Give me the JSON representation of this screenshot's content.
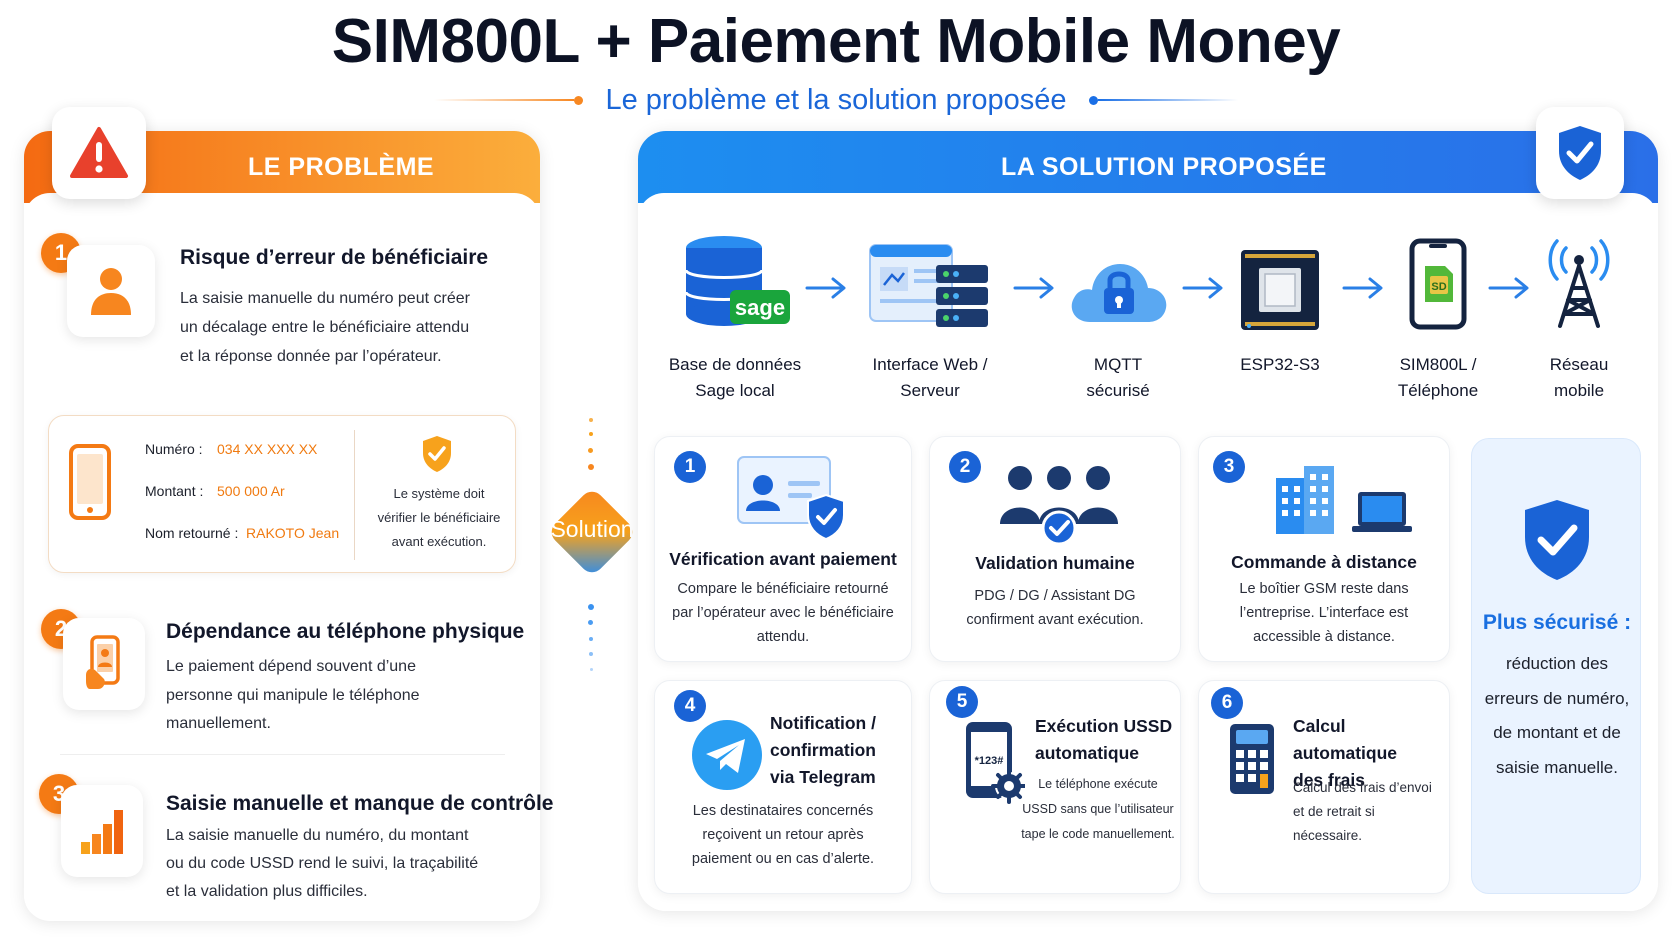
{
  "header": {
    "title": "SIM800L + Paiement Mobile Money",
    "subtitle": "Le problème et la solution proposée"
  },
  "problem": {
    "title": "LE PROBLÈME",
    "items": [
      {
        "number": "1",
        "title": "Risque d’erreur de bénéficiaire",
        "lines": [
          "La saisie manuelle du numéro peut créer",
          "un décalage entre le bénéficiaire attendu",
          "et la réponse donnée par l’opérateur."
        ]
      },
      {
        "number": "2",
        "title": "Dépendance au téléphone physique",
        "lines": [
          "Le paiement dépend souvent d’une",
          "personne qui manipule le téléphone",
          "manuellement."
        ]
      },
      {
        "number": "3",
        "title": "Saisie manuelle et manque de contrôle",
        "lines": [
          "La saisie manuelle du numéro, du montant",
          "ou du code USSD rend le suivi, la traçabilité",
          "et la validation plus difficiles."
        ]
      }
    ],
    "example": {
      "numero_label": "Numéro :",
      "numero_value": "034 XX XXX XX",
      "montant_label": "Montant :",
      "montant_value": "500 000 Ar",
      "nom_label": "Nom retourné :",
      "nom_value": "RAKOTO Jean",
      "note_lines": [
        "Le système doit",
        "vérifier le bénéficiaire",
        "avant exécution."
      ]
    }
  },
  "connector": {
    "label": "Solution"
  },
  "solution": {
    "title": "LA SOLUTION PROPOSÉE",
    "flow": [
      {
        "line1": "Base de données",
        "line2": "Sage local",
        "icon": "database-icon",
        "logo": "sage"
      },
      {
        "line1": "Interface Web /",
        "line2": "Serveur",
        "icon": "server-icon"
      },
      {
        "line1": "MQTT",
        "line2": "sécurisé",
        "icon": "cloud-lock-icon"
      },
      {
        "line1": "ESP32-S3",
        "line2": "",
        "icon": "chip-icon"
      },
      {
        "line1": "SIM800L /",
        "line2": "Téléphone",
        "icon": "phone-sim-icon",
        "sim_text": "SD"
      },
      {
        "line1": "Réseau",
        "line2": "mobile",
        "icon": "antenna-icon"
      }
    ],
    "features": [
      {
        "number": "1",
        "title": "Vérification avant paiement",
        "lines": [
          "Compare le bénéficiaire retourné",
          "par l’opérateur avec le bénéficiaire",
          "attendu."
        ]
      },
      {
        "number": "2",
        "title": "Validation humaine",
        "lines": [
          "PDG / DG / Assistant DG",
          "confirment avant exécution."
        ]
      },
      {
        "number": "3",
        "title": "Commande à distance",
        "lines": [
          "Le boîtier GSM reste dans",
          "l’entreprise. L’interface est",
          "accessible à distance."
        ]
      },
      {
        "number": "4",
        "title_lines": [
          "Notification /",
          "confirmation",
          "via Telegram"
        ],
        "lines": [
          "Les destinataires concernés",
          "reçoivent un retour après",
          "paiement ou en cas d’alerte."
        ]
      },
      {
        "number": "5",
        "title_lines": [
          "Exécution USSD",
          "automatique"
        ],
        "ussd_code": "*123#",
        "lines": [
          "Le téléphone exécute",
          "USSD sans que l’utilisateur",
          "tape le code manuellement."
        ]
      },
      {
        "number": "6",
        "title_lines": [
          "Calcul automatique",
          "des frais"
        ],
        "lines": [
          "Calcul des frais d’envoi",
          "et de retrait si",
          "nécessaire."
        ]
      }
    ],
    "secure": {
      "title": "Plus sécurisé :",
      "lines": [
        "réduction des",
        "erreurs de numéro,",
        "de montant et de",
        "saisie manuelle."
      ]
    }
  },
  "colors": {
    "orange": "#f47a14",
    "blue": "#1a63d6",
    "title_dark": "#0c1224",
    "subtitle_blue": "#1a66d8"
  }
}
